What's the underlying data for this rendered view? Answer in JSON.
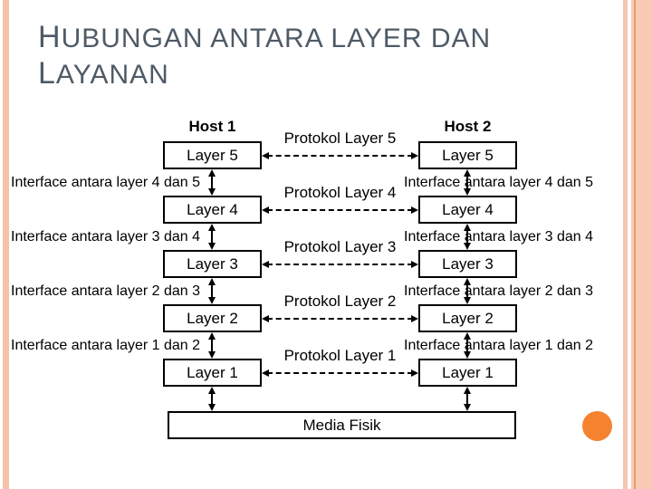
{
  "slide": {
    "title_line1": "HUBUNGAN ANTARA LAYER DAN",
    "title_line2": "LAYANAN"
  },
  "diagram": {
    "host1_label": "Host 1",
    "host2_label": "Host 2",
    "host1_layers": [
      "Layer 5",
      "Layer 4",
      "Layer 3",
      "Layer 2",
      "Layer 1"
    ],
    "host2_layers": [
      "Layer 5",
      "Layer 4",
      "Layer 3",
      "Layer 2",
      "Layer 1"
    ],
    "protocols": [
      "Protokol Layer 5",
      "Protokol Layer 4",
      "Protokol Layer 3",
      "Protokol Layer 2",
      "Protokol Layer 1"
    ],
    "interfaces_left": [
      "Interface antara layer 4 dan 5",
      "Interface antara layer 3 dan 4",
      "Interface antara layer 2 dan 3",
      "Interface antara layer 1 dan 2"
    ],
    "interfaces_right": [
      "Interface antara layer 4 dan 5",
      "Interface antara layer 3 dan 4",
      "Interface antara layer 2 dan 3",
      "Interface antara layer 1 dan 2"
    ],
    "media_label": "Media Fisik"
  },
  "colors": {
    "title_text": "#4E5A66",
    "accent_stripe_left": "#F5C1A9",
    "accent_stripe_right": "#F9CBB4",
    "accent_line_right": "#E89B6B",
    "decor_circle": "#F5822F",
    "diagram_line": "#000000"
  }
}
